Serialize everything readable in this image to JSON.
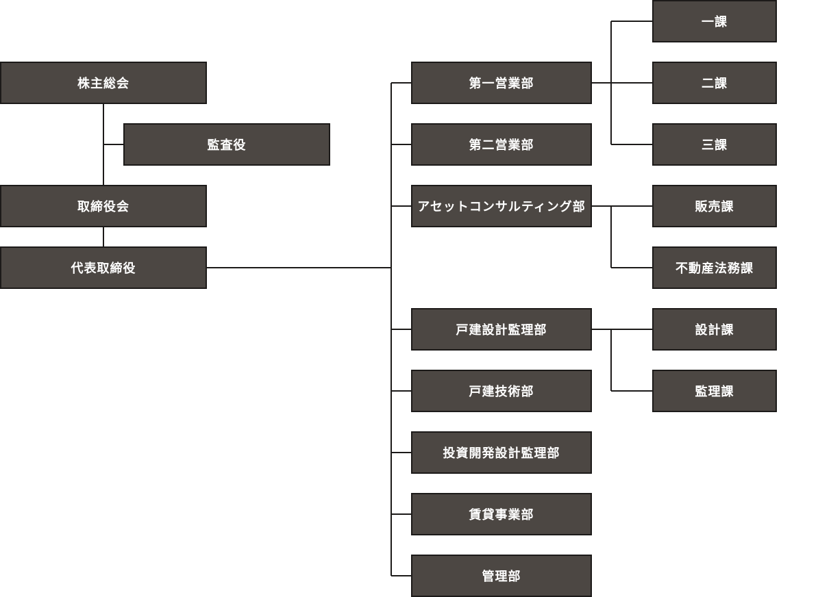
{
  "org": {
    "shareholders_meeting": "株主総会",
    "auditor": "監査役",
    "board": "取締役会",
    "ceo": "代表取締役",
    "departments": [
      "第一営業部",
      "第二営業部",
      "アセットコンサルティング部",
      "戸建設計監理部",
      "戸建技術部",
      "投資開発設計監理部",
      "賃貸事業部",
      "管理部"
    ],
    "sections": {
      "sales1": [
        "一課",
        "二課",
        "三課"
      ],
      "asset_consulting": [
        "販売課",
        "不動産法務課"
      ],
      "house_design": [
        "設計課",
        "監理課"
      ]
    }
  },
  "colors": {
    "box_fill": "#4c4743",
    "box_border": "#1c1a19",
    "box_text": "#ffffff",
    "connector": "#1c1a19"
  }
}
